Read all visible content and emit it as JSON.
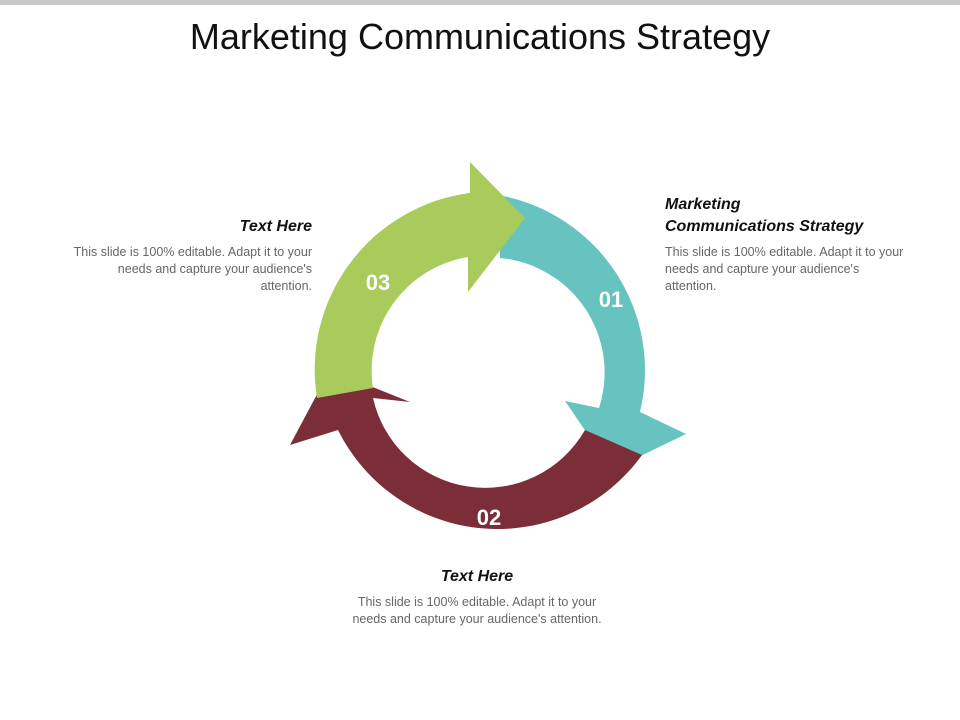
{
  "slide": {
    "title": "Marketing Communications Strategy"
  },
  "cycle": {
    "steps": [
      {
        "number": "01",
        "color": "#66c3bf"
      },
      {
        "number": "02",
        "color": "#7b2e37"
      },
      {
        "number": "03",
        "color": "#a8cb5b"
      }
    ]
  },
  "blocks": {
    "right": {
      "heading_line1": "Marketing",
      "heading_line2": "Communications Strategy",
      "body": "This slide is 100% editable. Adapt it to your needs and capture your audience's attention."
    },
    "left": {
      "heading": "Text Here",
      "body": "This slide is 100% editable. Adapt it to your needs and capture your audience's attention."
    },
    "bottom": {
      "heading": "Text Here",
      "body": "This slide is 100% editable. Adapt it to your needs and capture your audience's attention."
    }
  }
}
